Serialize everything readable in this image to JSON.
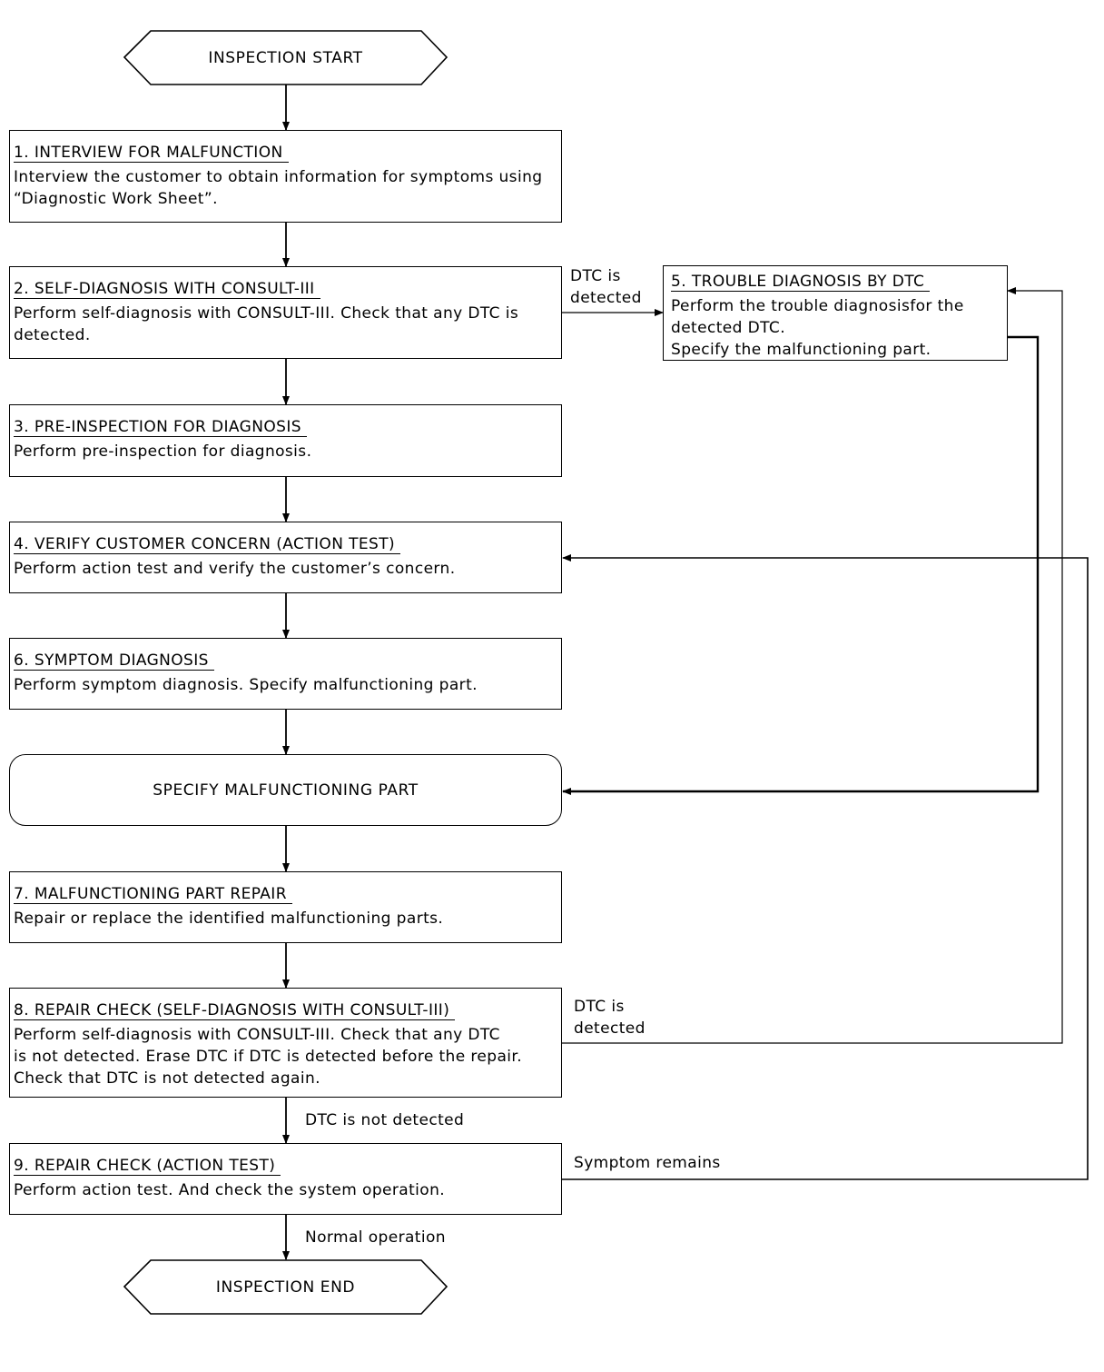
{
  "start_label": "INSPECTION START",
  "end_label": "INSPECTION END",
  "steps": {
    "s1": {
      "title": "1. INTERVIEW FOR MALFUNCTION",
      "body": "Interview the customer to obtain information for symptoms using\n“Diagnostic Work Sheet”."
    },
    "s2": {
      "title": "2. SELF-DIAGNOSIS WITH CONSULT-III",
      "body": "Perform self-diagnosis with CONSULT-III. Check that any DTC is\ndetected."
    },
    "s3": {
      "title": "3. PRE-INSPECTION FOR DIAGNOSIS",
      "body": "Perform pre-inspection for diagnosis."
    },
    "s4": {
      "title": "4. VERIFY CUSTOMER CONCERN (ACTION TEST)",
      "body": "Perform action test and verify the customer’s concern."
    },
    "s5": {
      "title": "5. TROUBLE DIAGNOSIS BY DTC",
      "body": "Perform the trouble diagnosisfor the\ndetected DTC.\nSpecify the malfunctioning part."
    },
    "s6": {
      "title": "6. SYMPTOM DIAGNOSIS",
      "body": "Perform symptom diagnosis. Specify malfunctioning part."
    },
    "s7": {
      "title": "7. MALFUNCTIONING PART REPAIR",
      "body": "Repair or replace the identified malfunctioning parts."
    },
    "s8": {
      "title": "8. REPAIR CHECK (SELF-DIAGNOSIS WITH CONSULT-III)",
      "body": "Perform self-diagnosis with CONSULT-III. Check that any DTC\nis not detected. Erase DTC if DTC is detected before the repair.\nCheck that DTC is not detected again."
    },
    "s9": {
      "title": "9. REPAIR CHECK (ACTION TEST)",
      "body": "Perform action test. And check the system operation."
    }
  },
  "specify_label": "SPECIFY MALFUNCTIONING PART",
  "edge_labels": {
    "dtc_detected_1": "DTC is\ndetected",
    "dtc_detected_2": "DTC is\ndetected",
    "dtc_not_detected": "DTC is not detected",
    "symptom_remains": "Symptom remains",
    "normal_operation": "Normal operation"
  }
}
